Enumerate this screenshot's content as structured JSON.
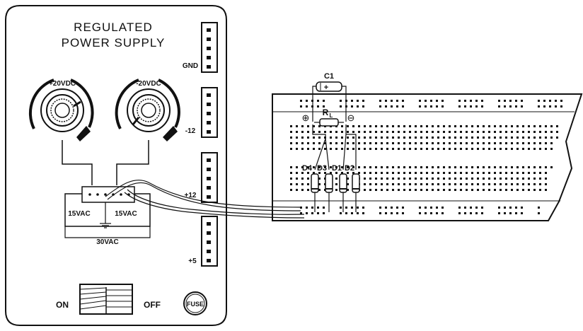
{
  "panel": {
    "title_line1": "REGULATED",
    "title_line2": "POWER SUPPLY",
    "knob_pos_label": "+20VDC",
    "knob_neg_label": "-20VDC",
    "transformer": {
      "left_label": "15VAC",
      "right_label": "15VAC",
      "total_label": "30VAC"
    },
    "switch": {
      "on_label": "ON",
      "off_label": "OFF"
    },
    "fuse_label": "FUSE",
    "terminals": [
      {
        "label": "GND"
      },
      {
        "label": "-12"
      },
      {
        "label": "+12"
      },
      {
        "label": "+5"
      }
    ]
  },
  "breadboard": {
    "c1_label": "C1",
    "c1_polarity": "+",
    "rl_label": "R",
    "rl_sub": "L",
    "plus_symbol": "⊕",
    "minus_symbol": "⊖",
    "diodes": [
      "D4",
      "D3",
      "D1",
      "D2"
    ]
  },
  "colors": {
    "ink": "#111111",
    "panel_fill": "#ffffff"
  },
  "icons": [
    "knob-icon",
    "ground-icon",
    "fuse-icon",
    "rocker-switch-icon"
  ]
}
